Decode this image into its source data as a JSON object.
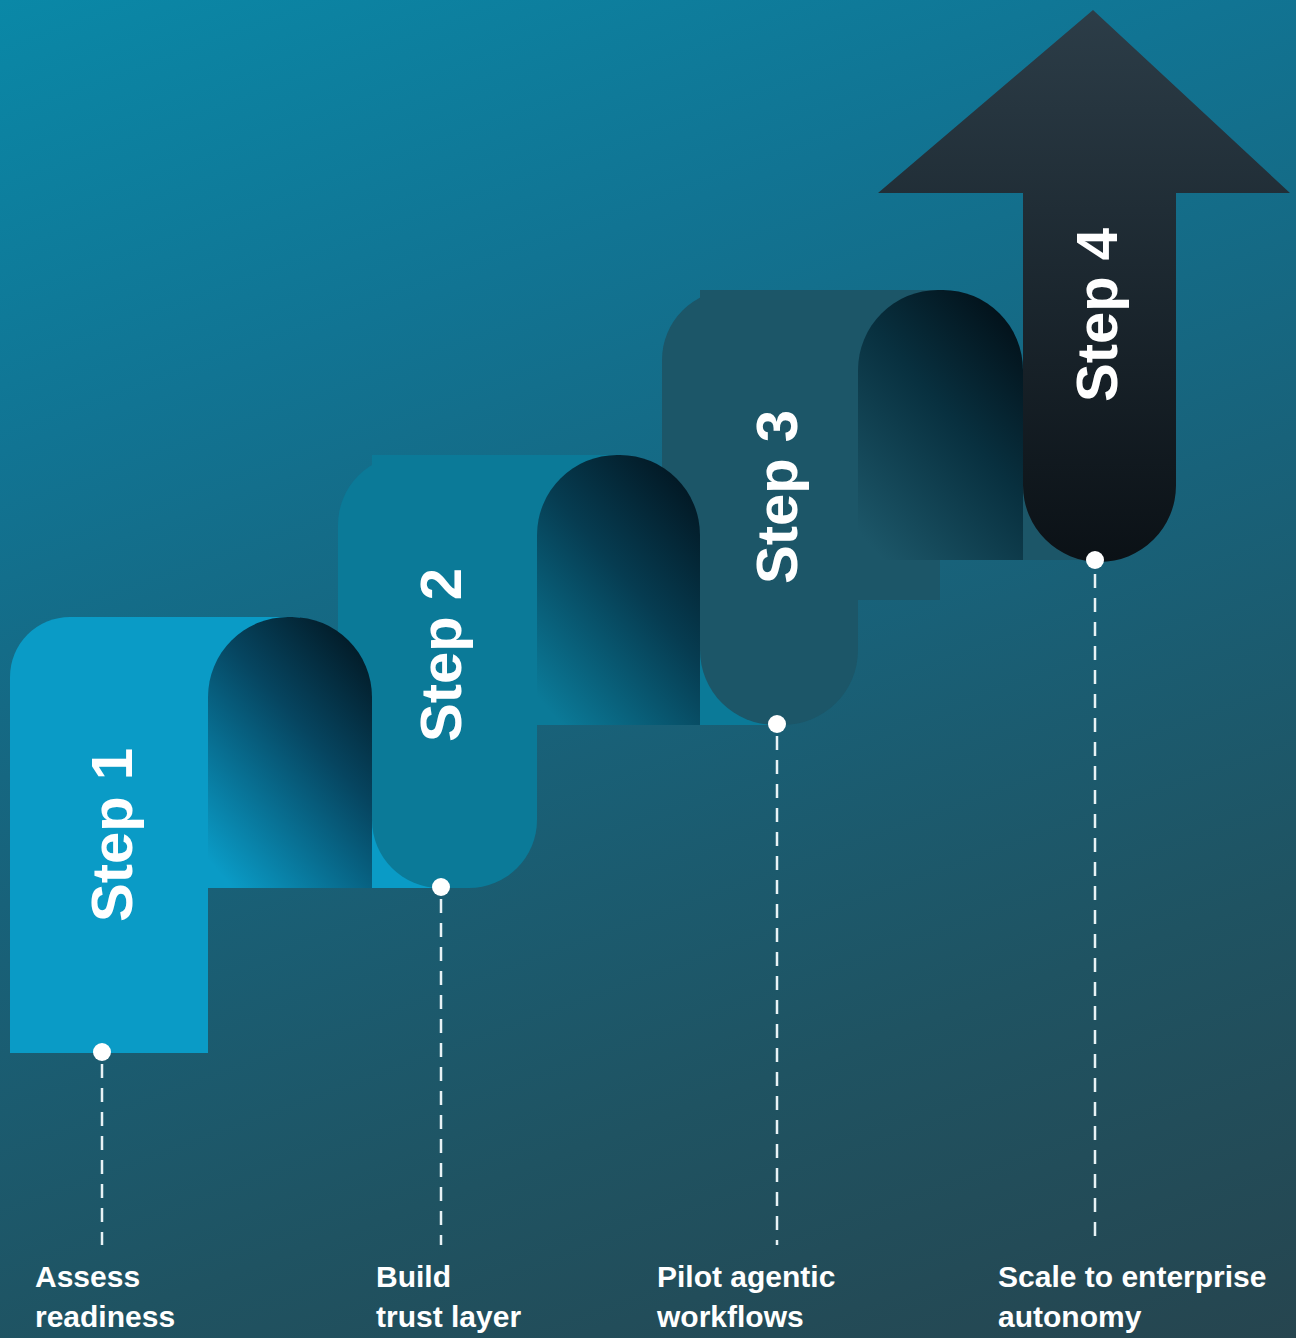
{
  "diagram": {
    "nodes": [
      {
        "text": [
          "Step 1"
        ]
      },
      {
        "text": [
          "Step 2"
        ]
      },
      {
        "text": [
          "Step 3"
        ]
      },
      {
        "text": [
          "Step 4"
        ]
      }
    ],
    "labels": [
      "Assess readiness",
      "Build trust layer",
      "Pilot agentic workflows",
      "Scale to enterprise autonomy"
    ]
  }
}
